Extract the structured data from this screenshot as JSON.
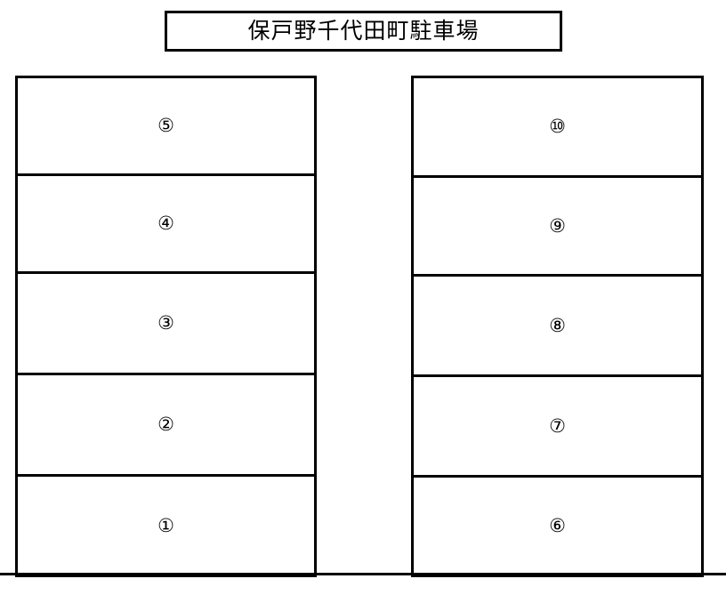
{
  "title": {
    "text": "保戸野千代田町駐車場"
  },
  "lots": {
    "left_block": {
      "name": "left-parking-block",
      "stalls": [
        {
          "label": "⑤",
          "number": 5
        },
        {
          "label": "④",
          "number": 4
        },
        {
          "label": "③",
          "number": 3
        },
        {
          "label": "②",
          "number": 2
        },
        {
          "label": "①",
          "number": 1
        }
      ]
    },
    "right_block": {
      "name": "right-parking-block",
      "stalls": [
        {
          "label": "⑩",
          "number": 10
        },
        {
          "label": "⑨",
          "number": 9
        },
        {
          "label": "⑧",
          "number": 8
        },
        {
          "label": "⑦",
          "number": 7
        },
        {
          "label": "⑥",
          "number": 6
        }
      ]
    }
  },
  "colors": {
    "line": "#000000",
    "background": "#ffffff"
  }
}
